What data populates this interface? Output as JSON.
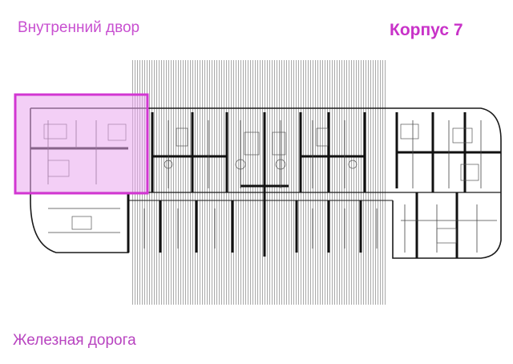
{
  "labels": {
    "courtyard": "Внутренний двор",
    "building": "Корпус 7",
    "railway": "Железная дорога"
  },
  "colors": {
    "highlight": "#d236d2",
    "highlight_fill": "#e9a8ee",
    "label_pink": "#c84fd0",
    "stripes": "#9a9a9a",
    "walls": "#1a1a1a"
  }
}
